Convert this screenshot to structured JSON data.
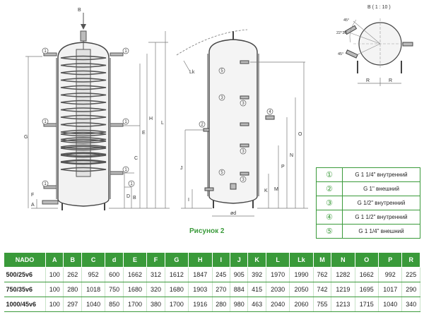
{
  "drawing": {
    "arrow_b": "B",
    "dim_letters": [
      "G",
      "E",
      "H",
      "L",
      "C",
      "D",
      "B",
      "F",
      "A",
      "Lk",
      "J",
      "I",
      "K",
      "P",
      "N",
      "O",
      "M",
      "R",
      "R",
      "ød"
    ],
    "detail": {
      "title": "B ( 1 : 10 )",
      "angles": [
        "45°",
        "22°30'",
        "45°"
      ]
    },
    "callouts_left": [
      "1",
      "1",
      "1",
      "1",
      "1",
      "1",
      "1"
    ],
    "callouts_right": [
      "5",
      "3",
      "3",
      "4",
      "3",
      "5",
      "3",
      "2"
    ]
  },
  "caption": "Рисунок 2",
  "legend": [
    {
      "num": "①",
      "desc": "G 1 1/4\" внутренний"
    },
    {
      "num": "②",
      "desc": "G 1\" внешний"
    },
    {
      "num": "③",
      "desc": "G 1/2\"  внутренний"
    },
    {
      "num": "④",
      "desc": "G 1 1/2\" внутренний"
    },
    {
      "num": "⑤",
      "desc": "G 1 1/4\" внешний"
    }
  ],
  "table": {
    "headers": [
      "NADO",
      "A",
      "B",
      "C",
      "d",
      "E",
      "F",
      "G",
      "H",
      "I",
      "J",
      "K",
      "L",
      "Lk",
      "M",
      "N",
      "O",
      "P",
      "R"
    ],
    "rows": [
      [
        "500/25v6",
        "100",
        "262",
        "952",
        "600",
        "1662",
        "312",
        "1612",
        "1847",
        "245",
        "905",
        "392",
        "1970",
        "1990",
        "762",
        "1282",
        "1662",
        "992",
        "225"
      ],
      [
        "750/35v6",
        "100",
        "280",
        "1018",
        "750",
        "1680",
        "320",
        "1680",
        "1903",
        "270",
        "884",
        "415",
        "2030",
        "2050",
        "742",
        "1219",
        "1695",
        "1017",
        "290"
      ],
      [
        "1000/45v6",
        "100",
        "297",
        "1040",
        "850",
        "1700",
        "380",
        "1700",
        "1916",
        "280",
        "980",
        "463",
        "2040",
        "2060",
        "755",
        "1213",
        "1715",
        "1040",
        "340"
      ]
    ]
  }
}
